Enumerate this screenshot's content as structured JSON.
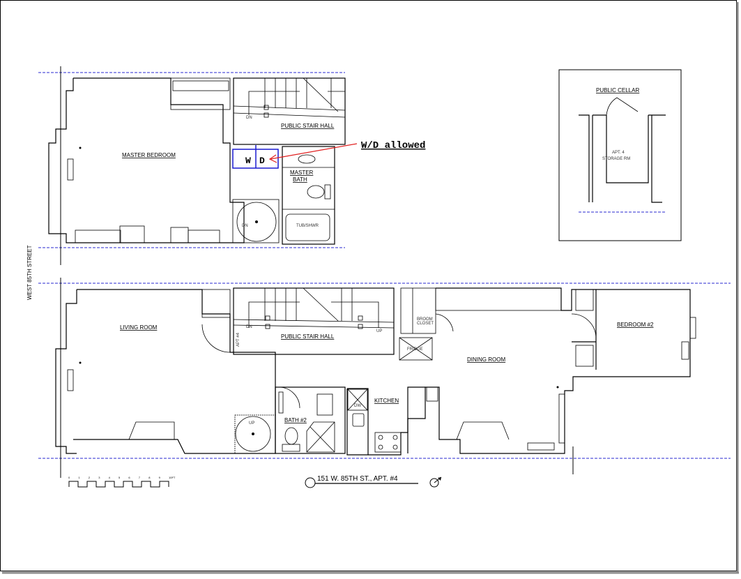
{
  "upper_floor": {
    "master_bedroom": "MASTER BEDROOM",
    "stair_hall": "PUBLIC STAIR HALL",
    "stair_dn": "DN",
    "spiral_dn": "DN",
    "master_bath": [
      "MASTER",
      "BATH"
    ],
    "tub": "TUB/SHWR",
    "washer": "W",
    "dryer": "D",
    "annotation": "W/D allowed"
  },
  "cellar": {
    "title": "PUBLIC CELLAR",
    "storage": [
      "APT. 4",
      "STORAGE RM"
    ]
  },
  "street": "WEST 85TH STREET",
  "lower_floor": {
    "living_room": "LIVING ROOM",
    "apt_tag": "APT #4",
    "stair_hall": "PUBLIC STAIR HALL",
    "stair_dn": "DN",
    "stair_up": "UP",
    "broom_closet": [
      "BROOM",
      "CLOSET"
    ],
    "fridge": "FRIDGE",
    "dining_room": "DINING ROOM",
    "bedroom2": "BEDROOM #2",
    "bath2": "BATH #2",
    "dw": "DW",
    "kitchen": "KITCHEN",
    "spiral_up": "UP"
  },
  "title_block": "151 W. 85TH ST., APT. #4",
  "scale_labels": [
    "0",
    "1",
    "2",
    "3",
    "4",
    "5",
    "6",
    "7",
    "8",
    "9",
    "10FT"
  ],
  "colors": {
    "annotation": "#e02020",
    "highlight": "#1a1ad0",
    "gridline": "#2a2ad0"
  }
}
